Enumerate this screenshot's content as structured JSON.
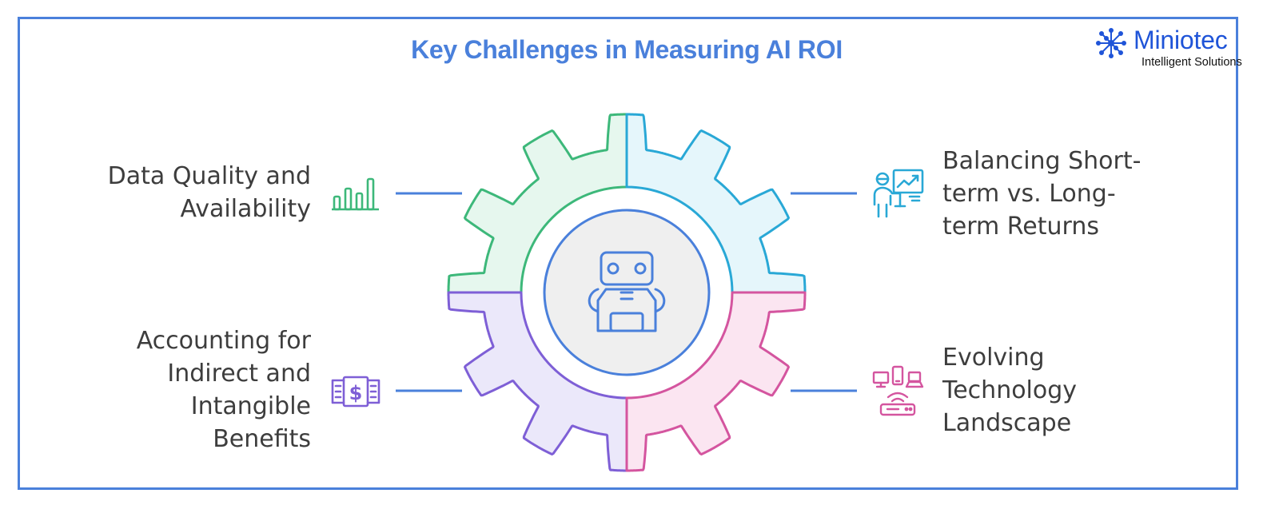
{
  "title": "Key Challenges in Measuring AI ROI",
  "logo": {
    "name": "Miniotec",
    "tagline": "Intelligent Solutions"
  },
  "center_icon": "robot-icon",
  "challenges": [
    {
      "label": "Data Quality and Availability",
      "lines": [
        "Data Quality and",
        "Availability"
      ],
      "icon": "bar-chart-icon",
      "color": "#3db87a"
    },
    {
      "label": "Balancing Short-term vs. Long-term Returns",
      "lines": [
        "Balancing Short-",
        "term vs. Long-",
        "term Returns"
      ],
      "icon": "presenter-chart-icon",
      "color": "#29a8d6"
    },
    {
      "label": "Accounting for Indirect and Intangible Benefits",
      "lines": [
        "Accounting for",
        "Indirect and",
        "Intangible",
        "Benefits"
      ],
      "icon": "money-stack-icon",
      "color": "#7e5fd6"
    },
    {
      "label": "Evolving Technology Landscape",
      "lines": [
        "Evolving",
        "Technology",
        "Landscape"
      ],
      "icon": "devices-network-icon",
      "color": "#d4559f"
    }
  ],
  "colors": {
    "title": "#4a80db",
    "frame": "#4a80db",
    "connector": "#4a80db",
    "green_fill": "#e6f7ee",
    "cyan_fill": "#e5f6fb",
    "purple_fill": "#ebe8fa",
    "pink_fill": "#fbe5f1",
    "hub_fill": "#efefef",
    "logo": "#1f54d8"
  }
}
